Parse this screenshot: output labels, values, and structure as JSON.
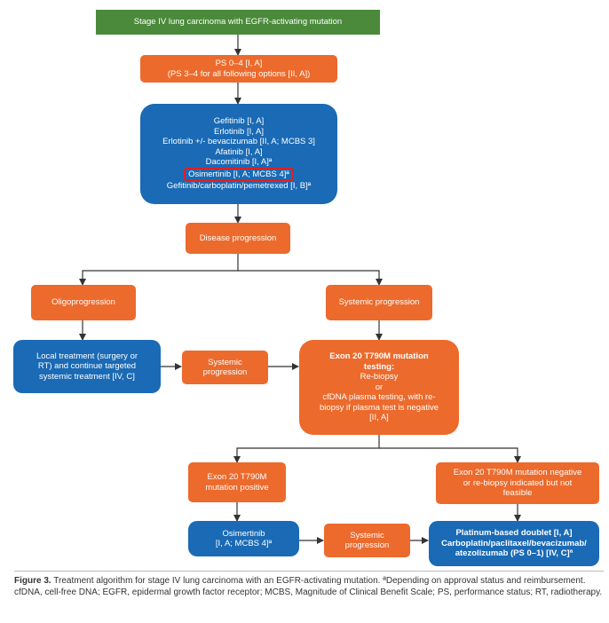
{
  "nodes": {
    "start": {
      "line1": "Stage IV lung carcinoma with EGFR-activating mutation"
    },
    "ps": {
      "line1": "PS 0–4 [I, A]",
      "line2": "(PS 3–4 for all following options [II, A])"
    },
    "first_line": {
      "items": [
        "Gefitinib [I, A]",
        "Erlotinib [I, A]",
        "Erlotinib +/- bevacizumab [II, A; MCBS 3]",
        "Afatinib [I, A]",
        "Dacomitinib [I, A]ª",
        "Osimertinib [I, A; MCBS 4]ª",
        "Gefitinib/carboplatin/pemetrexed [I, B]ª"
      ]
    },
    "disease_progression": {
      "line1": "Disease progression"
    },
    "oligoprogression": {
      "line1": "Oligoprogression"
    },
    "systemic_progression_top": {
      "line1": "Systemic progression"
    },
    "local_treatment": {
      "line1": "Local treatment (surgery or",
      "line2": "RT) and continue targeted",
      "line3": "systemic treatment [IV, C]"
    },
    "systemic_progression_mid": {
      "line1": "Systemic",
      "line2": "progression"
    },
    "t790m_testing": {
      "line1": "Exon 20 T790M mutation",
      "line2": "testing:",
      "line3": "Re-biopsy",
      "line4": "or",
      "line5": "cfDNA plasma testing, with re-",
      "line6": "biopsy if plasma test is negative",
      "line7": "[II, A]"
    },
    "t790m_positive": {
      "line1": "Exon 20 T790M",
      "line2": "mutation positive"
    },
    "t790m_negative": {
      "line1": "Exon 20 T790M mutation negative",
      "line2": "or re-biopsy indicated but not",
      "line3": "feasible"
    },
    "osimertinib": {
      "line1": "Osimertinib",
      "line2": "[I, A; MCBS 4]ª"
    },
    "systemic_progression_bottom": {
      "line1": "Systemic",
      "line2": "progression"
    },
    "platinum": {
      "line1": "Platinum-based doublet [I, A]",
      "line2": "Carboplatin/paclitaxel/bevacizumab/",
      "line3": "atezolizumab (PS 0–1) [IV, C]ª"
    }
  },
  "caption": {
    "label": "Figure 3.",
    "text": "Treatment algorithm for stage IV lung carcinoma with an EGFR-activating mutation. ªDepending on approval status and reimbursement. cfDNA, cell-free DNA; EGFR, epidermal growth factor receptor; MCBS, Magnitude of Clinical Benefit Scale; PS, performance status; RT, radiotherapy."
  },
  "colors": {
    "green": "#4a8a3a",
    "orange": "#ec6a2c",
    "blue": "#1a6ab5",
    "highlight": "#e02020",
    "arrow": "#333333"
  }
}
